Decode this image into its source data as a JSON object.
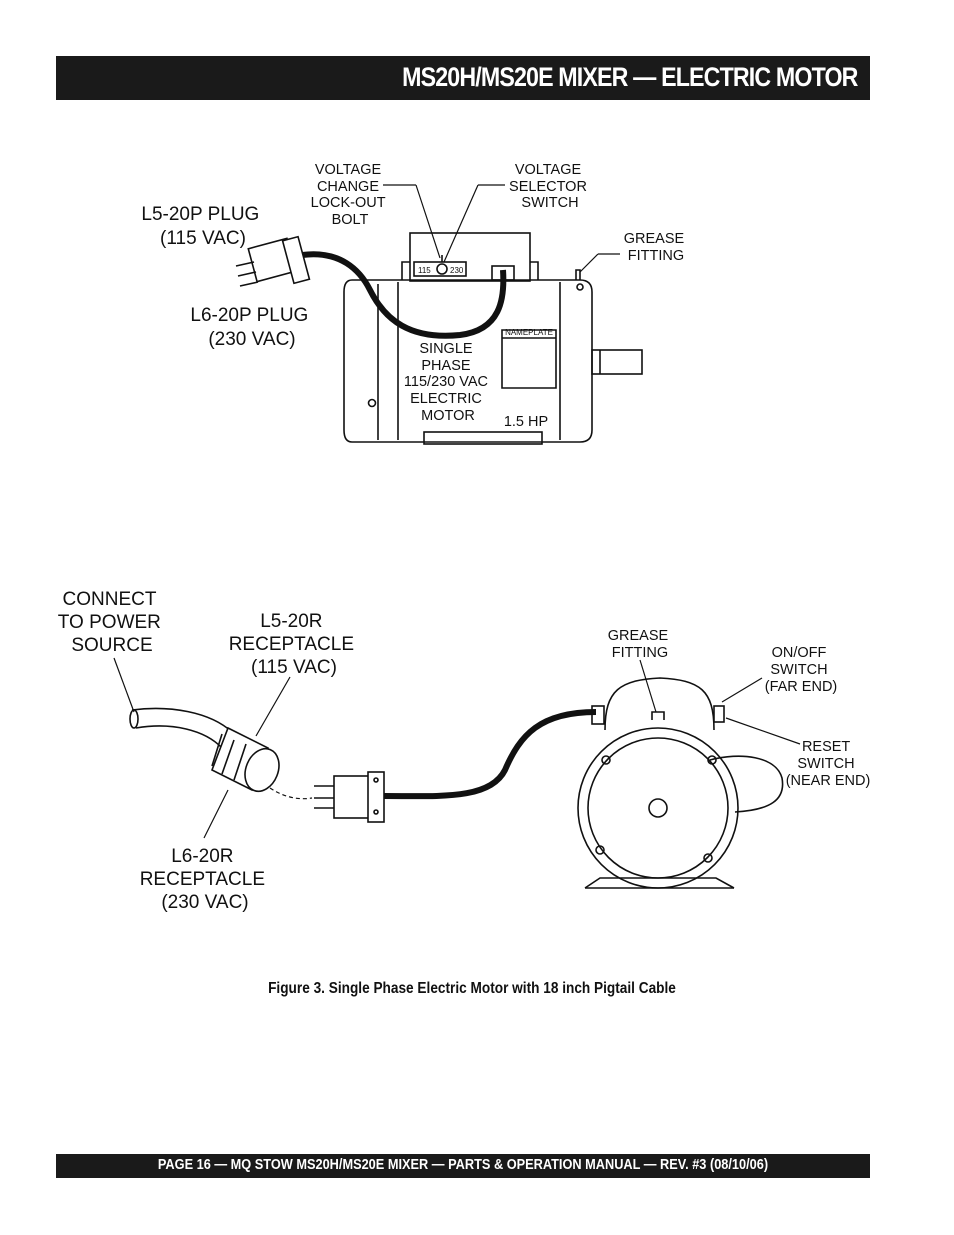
{
  "header": {
    "title": "MS20H/MS20E MIXER — ELECTRIC MOTOR"
  },
  "top_figure": {
    "voltage_change_lockout_bolt": [
      "VOLTAGE",
      "CHANGE",
      "LOCK-OUT",
      "BOLT"
    ],
    "voltage_selector_switch": [
      "VOLTAGE",
      "SELECTOR",
      "SWITCH"
    ],
    "grease_fitting": [
      "GREASE",
      "FITTING"
    ],
    "l5_20p_plug": [
      "L5-20P PLUG",
      "(115 VAC)"
    ],
    "l6_20p_plug": [
      "L6-20P PLUG",
      "(230 VAC)"
    ],
    "motor_label": [
      "SINGLE",
      "PHASE",
      "115/230 VAC",
      "ELECTRIC",
      "MOTOR"
    ],
    "horsepower": "1.5 HP",
    "nameplate": "NAMEPLATE",
    "switch_115": "115",
    "switch_230": "230"
  },
  "bottom_figure": {
    "connect_to_power": [
      "CONNECT",
      "TO POWER",
      "SOURCE"
    ],
    "l5_20r_receptacle": [
      "L5-20R",
      "RECEPTACLE",
      "(115 VAC)"
    ],
    "l6_20r_receptacle": [
      "L6-20R",
      "RECEPTACLE",
      "(230 VAC)"
    ],
    "grease_fitting": [
      "GREASE",
      "FITTING"
    ],
    "on_off_switch": [
      "ON/OFF",
      "SWITCH",
      "(FAR END)"
    ],
    "reset_switch": [
      "RESET",
      "SWITCH",
      "(NEAR END)"
    ]
  },
  "caption": "Figure 3. Single Phase Electric Motor with 18 inch Pigtail Cable",
  "footer": {
    "text": "PAGE 16 — MQ STOW MS20H/MS20E MIXER — PARTS & OPERATION MANUAL — REV. #3 (08/10/06)"
  }
}
